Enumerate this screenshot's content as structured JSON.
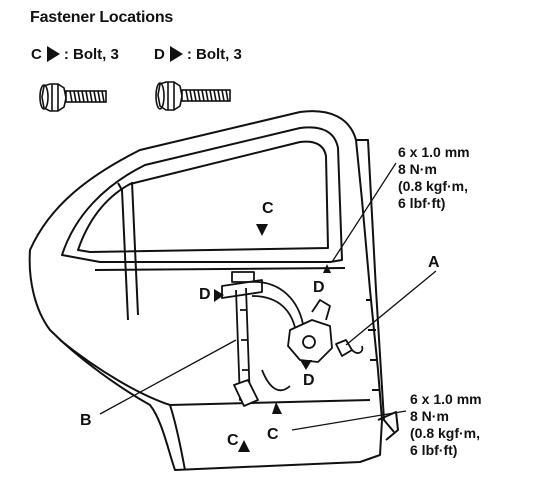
{
  "title": "Fastener Locations",
  "legend": [
    {
      "letter": "C",
      "text": ": Bolt, 3"
    },
    {
      "letter": "D",
      "text": ": Bolt, 3"
    }
  ],
  "torque_specs": [
    {
      "size": "6 x 1.0 mm",
      "nm": "8 N·m",
      "kgf": "(0.8 kgf·m,",
      "lbf": "6 lbf·ft)"
    },
    {
      "size": "6 x 1.0 mm",
      "nm": "8 N·m",
      "kgf": "(0.8 kgf·m,",
      "lbf": "6 lbf·ft)"
    }
  ],
  "callouts": {
    "a": "A",
    "b": "B",
    "c": "C",
    "d": "D"
  }
}
